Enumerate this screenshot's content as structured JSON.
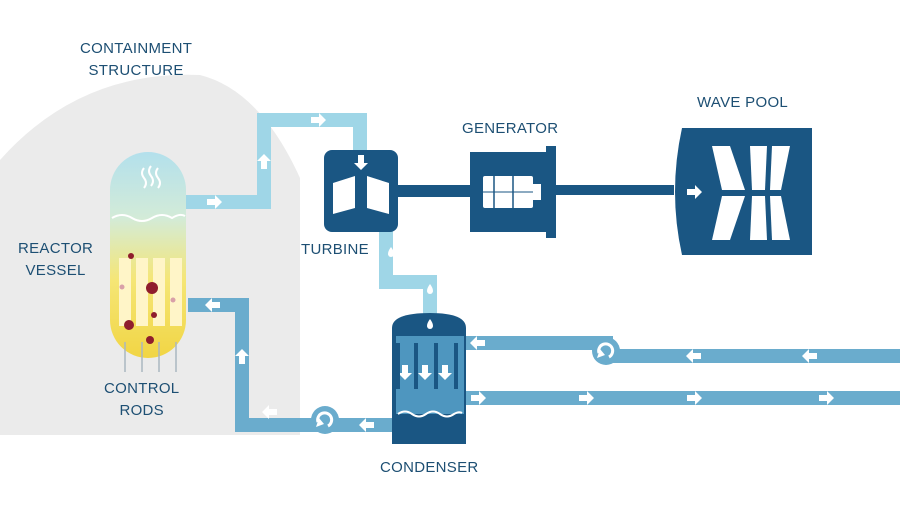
{
  "labels": {
    "containment_line1": "CONTAINMENT",
    "containment_line2": "STRUCTURE",
    "reactor_line1": "REACTOR",
    "reactor_line2": "VESSEL",
    "control_line1": "CONTROL",
    "control_line2": "RODS",
    "turbine": "TURBINE",
    "generator": "GENERATOR",
    "wave_pool": "WAVE POOL",
    "condenser": "CONDENSER"
  },
  "colors": {
    "label_text": "#1d4f73",
    "dark_blue": "#1a5683",
    "steam_pipe": "#9fd6e7",
    "cooling_pipe": "#6aaccd",
    "containment": "#ebebeb",
    "fuel_glow": "#f5e36a",
    "rod_dots": "#8f1d2c"
  },
  "icons": [
    "flow-arrow-icon",
    "water-drop-icon",
    "steam-wave-icon",
    "pump-icon"
  ]
}
